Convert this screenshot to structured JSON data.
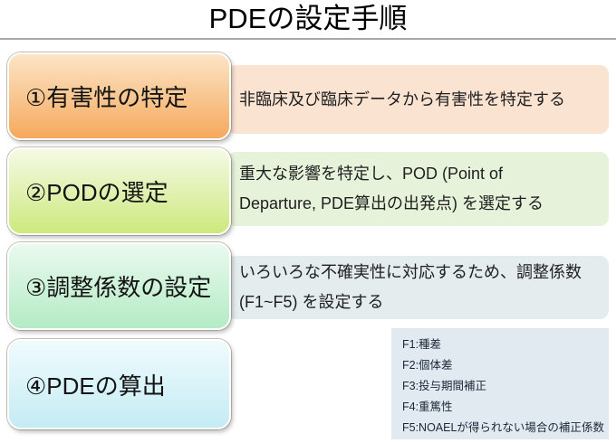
{
  "slide": {
    "title": "PDEの設定手順"
  },
  "steps": [
    {
      "label": "①有害性の特定",
      "description": "非臨床及び臨床データから有害性を特定する",
      "box_color_top": "#fce5c7",
      "box_color_bottom": "#f5a95c",
      "panel_color": "#fbe3d2"
    },
    {
      "label": "②PODの選定",
      "description": "重大な影響を特定し、POD (Point of\nDeparture, PDE算出の出発点) を選定する",
      "box_color_top": "#f5fae5",
      "box_color_bottom": "#cde97e",
      "panel_color": "#e6f3da"
    },
    {
      "label": "③調整係数の設定",
      "description": "いろいろな不確実性に対応するため、調整係数\n(F1~F5) を設定する",
      "box_color_top": "#eafaf0",
      "box_color_bottom": "#b4ebc4",
      "panel_color": "#e4ecee"
    },
    {
      "label": "④PDEの算出",
      "box_color_top": "#f0fbfd",
      "box_color_bottom": "#c4ecf4"
    }
  ],
  "factor_note": {
    "items": [
      "F1:種差",
      "F2:個体差",
      "F3:投与期間補正",
      "F4:重篤性",
      "F5:NOAELが得られない場合の補正係数"
    ],
    "bg_color": "#e2eaf1"
  },
  "colors": {
    "background": "#ffffff",
    "title_text": "#000000",
    "title_divider": "#a6a6a6",
    "body_text": "#202020",
    "factor_text": "#1b2737"
  }
}
